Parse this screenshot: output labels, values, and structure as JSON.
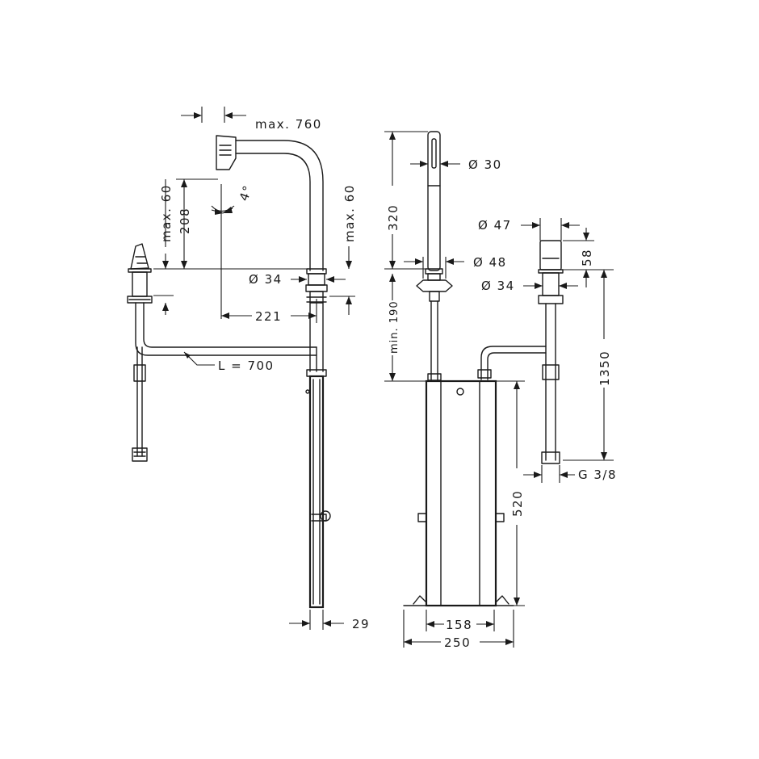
{
  "dimensions": {
    "max_760": "max. 760",
    "max_60_left": "max. 60",
    "dim_208": "208",
    "angle_4": "4°",
    "max_60_right": "max. 60",
    "dia_34_left": "Ø 34",
    "dim_221": "221",
    "length_700": "L = 700",
    "dim_29": "29",
    "dia_30": "Ø 30",
    "dim_320": "320",
    "dia_48": "Ø 48",
    "min_190": "min. 190",
    "dia_47": "Ø 47",
    "dim_58": "58",
    "dia_34_right": "Ø 34",
    "dim_1350": "1350",
    "thread_g38": "G 3/8",
    "dim_520": "520",
    "dim_158": "158",
    "dim_250": "250"
  }
}
